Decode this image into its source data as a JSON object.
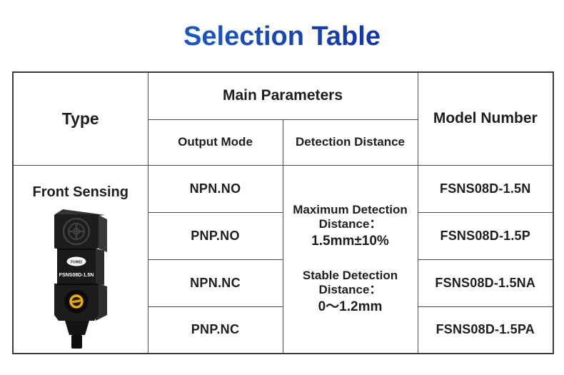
{
  "page": {
    "title": "Selection Table"
  },
  "colors": {
    "title_gradient_start": "#1f72d4",
    "title_gradient_end": "#111c8f",
    "table_border": "#4c4c4c",
    "connector_ring_gold": "#e9ab10"
  },
  "table": {
    "headers": {
      "type": "Type",
      "main_parameters": "Main Parameters",
      "output_mode": "Output Mode",
      "detection_distance": "Detection Distance",
      "model_number": "Model Number"
    },
    "type": {
      "label": "Front Sensing"
    },
    "product": {
      "brand": "FUWEI",
      "printed_model": "FSNS08D-1.5N"
    },
    "detection": {
      "max": {
        "line1": "Maximum Detection",
        "line2": "Distance：",
        "value": "1.5mm±10%"
      },
      "stable": {
        "line1": "Stable Detection",
        "line2": "Distance：",
        "value": "0～1.2mm"
      }
    },
    "rows": [
      {
        "output_mode": "NPN.NO",
        "model_number": "FSNS08D-1.5N"
      },
      {
        "output_mode": "PNP.NO",
        "model_number": "FSNS08D-1.5P"
      },
      {
        "output_mode": "NPN.NC",
        "model_number": "FSNS08D-1.5NA"
      },
      {
        "output_mode": "PNP.NC",
        "model_number": "FSNS08D-1.5PA"
      }
    ]
  }
}
